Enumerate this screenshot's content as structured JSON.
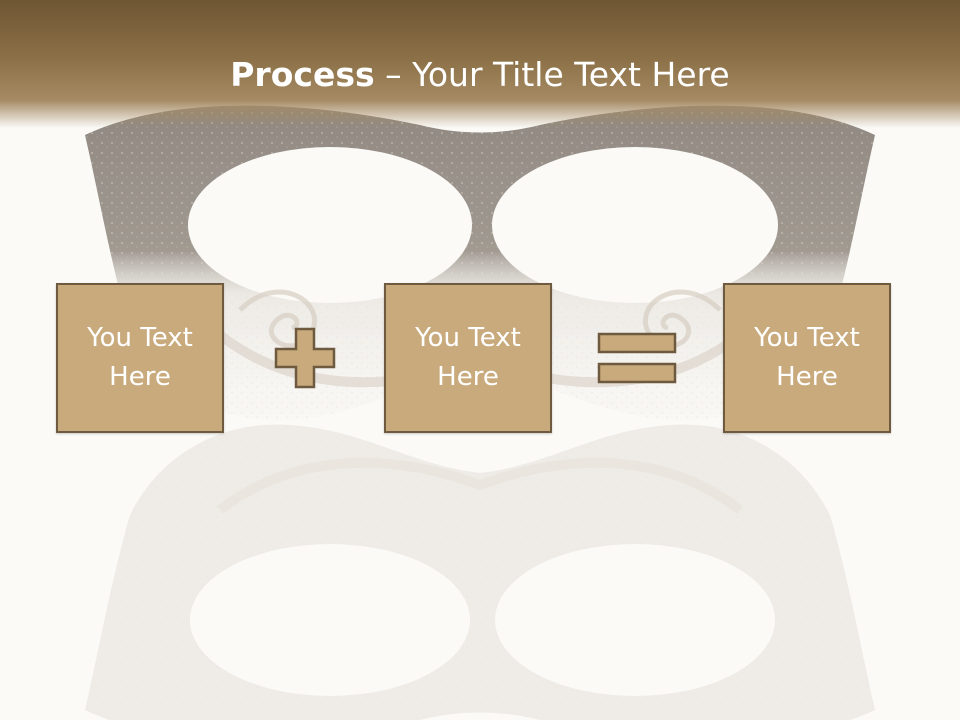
{
  "slide": {
    "title_bold": "Process",
    "title_rest": " – Your Title Text Here",
    "boxes": [
      {
        "label": "You Text\nHere"
      },
      {
        "label": "You Text\nHere"
      },
      {
        "label": "You Text\nHere"
      }
    ],
    "operators": {
      "first_icon": "plus-icon",
      "second_icon": "equals-icon"
    },
    "background": {
      "image": "decorative-masquerade-mask"
    }
  },
  "colors": {
    "title_bar": "#7d643f",
    "box_fill": "#c8aa7d",
    "box_border": "#6d5a3f",
    "title_text": "#ffffff",
    "background": "#fbfaf7"
  }
}
